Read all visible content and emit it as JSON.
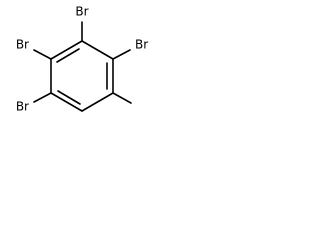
{
  "molecule": {
    "atoms": [
      {
        "id": "br_top",
        "label": "Br"
      },
      {
        "id": "br_upper_left",
        "label": "Br"
      },
      {
        "id": "br_upper_right",
        "label": "Br"
      },
      {
        "id": "br_lower_left",
        "label": "Br"
      }
    ],
    "bond_count": 11,
    "double_bond_count": 3
  }
}
